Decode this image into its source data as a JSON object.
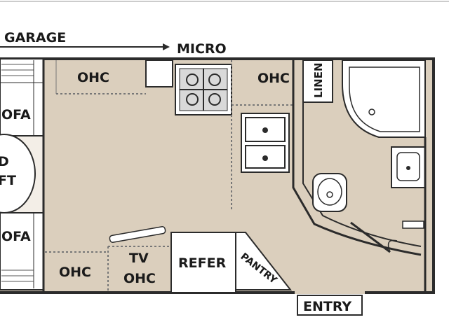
{
  "floorplan": {
    "labels": {
      "garage": "GARAGE",
      "micro": "MICRO",
      "ohc_top": "OHC",
      "ohc_mid": "OHC",
      "linen": "LINEN",
      "sofa_top": "OFA",
      "loft_line1": "D",
      "loft_line2": "FT",
      "sofa_bottom": "OFA",
      "ohc_bottom": "OHC",
      "tv_line1": "TV",
      "tv_line2": "OHC",
      "refer": "REFER",
      "pantry": "PANTRY",
      "entry": "ENTRY"
    },
    "colors": {
      "floor": "#dbcfbd",
      "walls": "#2b2b2b",
      "fixtures": "#ffffff",
      "burners": "#d9d9d9"
    },
    "icons": [
      "arrow-right-icon",
      "stove-icon",
      "sink-icon",
      "shower-icon",
      "toilet-icon",
      "door-swing-icon"
    ]
  }
}
